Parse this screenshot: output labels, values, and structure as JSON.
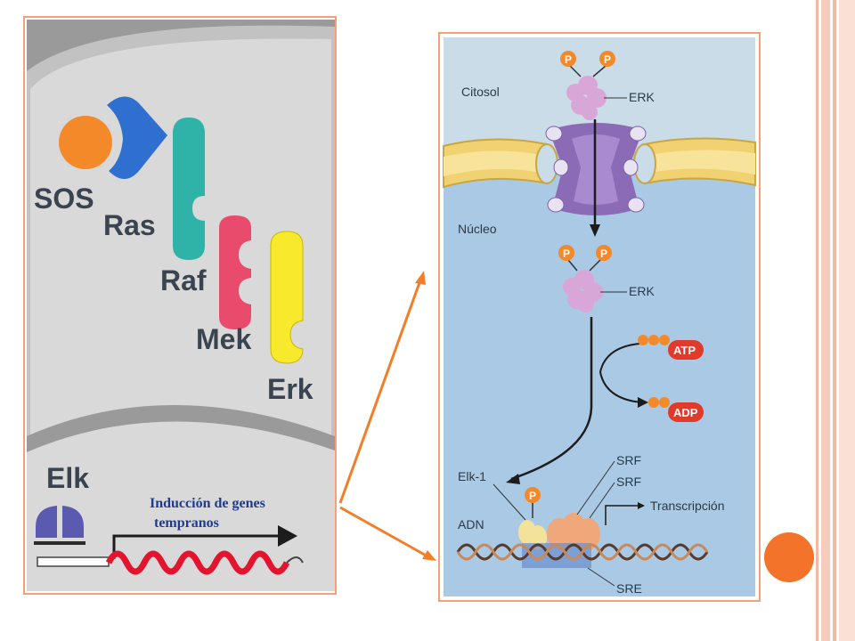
{
  "left_panel": {
    "labels": {
      "sos": "SOS",
      "ras": "Ras",
      "raf": "Raf",
      "mek": "Mek",
      "erk": "Erk",
      "elk": "Elk"
    },
    "caption_line1": "Inducción de genes",
    "caption_line2": "tempranos"
  },
  "right_panel": {
    "labels": {
      "citosol": "Citosol",
      "erk_top": "ERK",
      "nucleo": "Núcleo",
      "erk_mid": "ERK",
      "atp": "ATP",
      "adp": "ADP",
      "elk1": "Elk-1",
      "srf1": "SRF",
      "srf2": "SRF",
      "transcripcion": "Transcripción",
      "adn": "ADN",
      "sre": "SRE",
      "phospho": "P"
    }
  },
  "colors": {
    "accent_orange": "#f47d27",
    "frame_orange": "#f4a07a",
    "sos_orange": "#f4892a",
    "ras_blue": "#2f6fd0",
    "raf_teal": "#2fb3a8",
    "mek_pink": "#e94b6d",
    "erk_yellow": "#f7ea2c",
    "elk_purple": "#5a5bb0",
    "dna_red": "#e2142e",
    "cyto_bg": "#c9dce8",
    "nucleus_bg": "#a9c9e4"
  }
}
